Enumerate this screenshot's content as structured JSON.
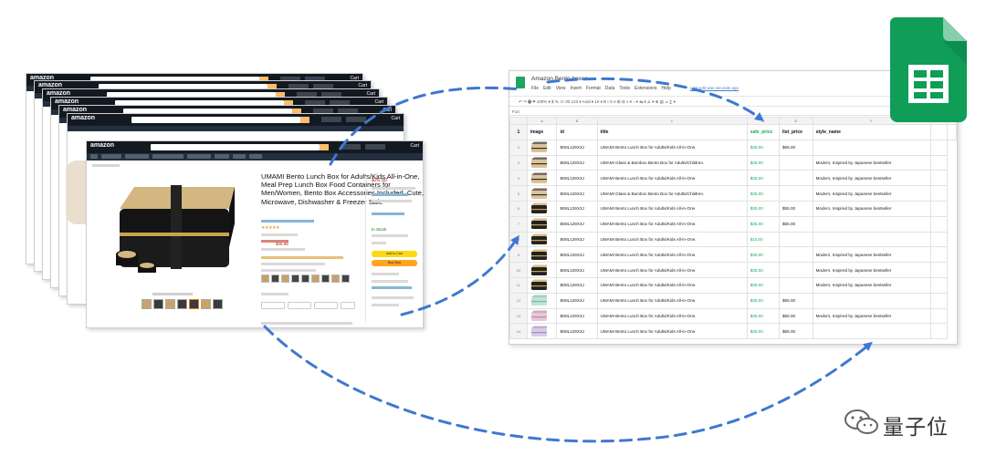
{
  "amazon": {
    "logo": "amazon",
    "cart": "Cart",
    "product_title": "UMAMI Bento Lunch Box for Adults/Kids All-in-One, Meal Prep Lunch Box Food Containers for Men/Women, Bento Box Accessories Included, Cute, Microwave, Dishwasher & Freezer Safe",
    "price": "$26.99",
    "price_small": "$26.99",
    "in_stock": "In Stock",
    "add_to_cart": "Add to Cart",
    "buy_now": "Buy Now",
    "stars": "★★★★★"
  },
  "sheet": {
    "title": "Amazon Bento boxes",
    "menu": [
      "File",
      "Edit",
      "View",
      "Insert",
      "Format",
      "Data",
      "Tools",
      "Extensions",
      "Help"
    ],
    "last_edit": "Last edit was seconds ago",
    "toolbar": "↶  ↷  🖶  ₱    100% ▾   $  %  .0  .00  123 ▾   Arial ▾   10 ▾    B  I  S  A    ⊞  ⊟    ≡ ▾  ↓ ▾  ⇆ ▾  ∠ ▾    ⊕  ▤  ⊿  ∑ ▾",
    "cell_ref": "F14",
    "col_letters": [
      "A",
      "B",
      "C",
      "D",
      "E",
      "F",
      "G",
      "H"
    ],
    "headers": [
      "image",
      "id",
      "title",
      "sale_price",
      "list_price",
      "style_name"
    ],
    "rows": [
      {
        "n": "2",
        "img": "tan",
        "id": "B08L129X3J",
        "title": "UMAMI Bento Lunch Box for Adults/Kids All-in-One.",
        "sale": "$35.00",
        "list": "$65.00",
        "style": ""
      },
      {
        "n": "3",
        "img": "tan",
        "id": "B08L129X3J",
        "title": "UMAMI Glass & Bamboo Bento Box for Adults/Children.",
        "sale": "$45.00",
        "list": "",
        "style": "Modern, Inspired by Japanese bestseller"
      },
      {
        "n": "4",
        "img": "tan",
        "id": "B08L129X3J",
        "title": "UMAMI Bento Lunch Box for Adults/Kids All-in-One.",
        "sale": "$25.00",
        "list": "",
        "style": "Modern, Inspired by Japanese bestseller"
      },
      {
        "n": "5",
        "img": "tan",
        "id": "B08L129X3J",
        "title": "UMAMI Glass & Bamboo Bento Box for Adults/Children.",
        "sale": "$25.00",
        "list": "",
        "style": "Modern, Inspired by Japanese bestseller"
      },
      {
        "n": "6",
        "img": "black",
        "id": "B08L129X3J",
        "title": "UMAMI Bento Lunch Box for Adults/Kids All-in-One.",
        "sale": "$35.00",
        "list": "$55.00",
        "style": "Modern, Inspired by Japanese bestseller"
      },
      {
        "n": "7",
        "img": "black",
        "id": "B08L129X3J",
        "title": "UMAMI Bento Lunch Box for Adults/Kids All-in-One.",
        "sale": "$35.00",
        "list": "$55.00",
        "style": ""
      },
      {
        "n": "8",
        "img": "black",
        "id": "B08L129X3J",
        "title": "UMAMI Bento Lunch Box for Adults/Kids All-in-One.",
        "sale": "$10.00",
        "list": "",
        "style": ""
      },
      {
        "n": "9",
        "img": "black",
        "id": "B08L129X3J",
        "title": "UMAMI Bento Lunch Box for Adults/Kids All-in-One.",
        "sale": "$35.00",
        "list": "",
        "style": "Modern, Inspired by Japanese bestseller"
      },
      {
        "n": "10",
        "img": "black",
        "id": "B08L129X3J",
        "title": "UMAMI Bento Lunch Box for Adults/Kids All-in-One.",
        "sale": "$35.00",
        "list": "",
        "style": "Modern, Inspired by Japanese bestseller"
      },
      {
        "n": "11",
        "img": "black",
        "id": "B08L129X3J",
        "title": "UMAMI Bento Lunch Box for Adults/Kids All-in-One.",
        "sale": "$35.00",
        "list": "",
        "style": "Modern, Inspired by Japanese bestseller"
      },
      {
        "n": "12",
        "img": "mint",
        "id": "B08L129X3J",
        "title": "UMAMI Bento Lunch Box for Adults/Kids All-in-One.",
        "sale": "$35.00",
        "list": "$55.00",
        "style": ""
      },
      {
        "n": "13",
        "img": "pink",
        "id": "B08L129X3J",
        "title": "UMAMI Bento Lunch Box for Adults/Kids All-in-One.",
        "sale": "$35.00",
        "list": "$55.00",
        "style": "Modern, Inspired by Japanese bestseller"
      },
      {
        "n": "14",
        "img": "lilac",
        "id": "B08L129X3J",
        "title": "UMAMI Bento Lunch Box for Adults/Kids All-in-One.",
        "sale": "$35.00",
        "list": "$55.00",
        "style": ""
      }
    ]
  },
  "watermark": "量子位",
  "colors": {
    "amazon_dark": "#131921",
    "amazon_orange": "#febd69",
    "sheets_green": "#0f9d58",
    "sale_green": "#1aaa55",
    "arrow_blue": "#3f78d1"
  }
}
